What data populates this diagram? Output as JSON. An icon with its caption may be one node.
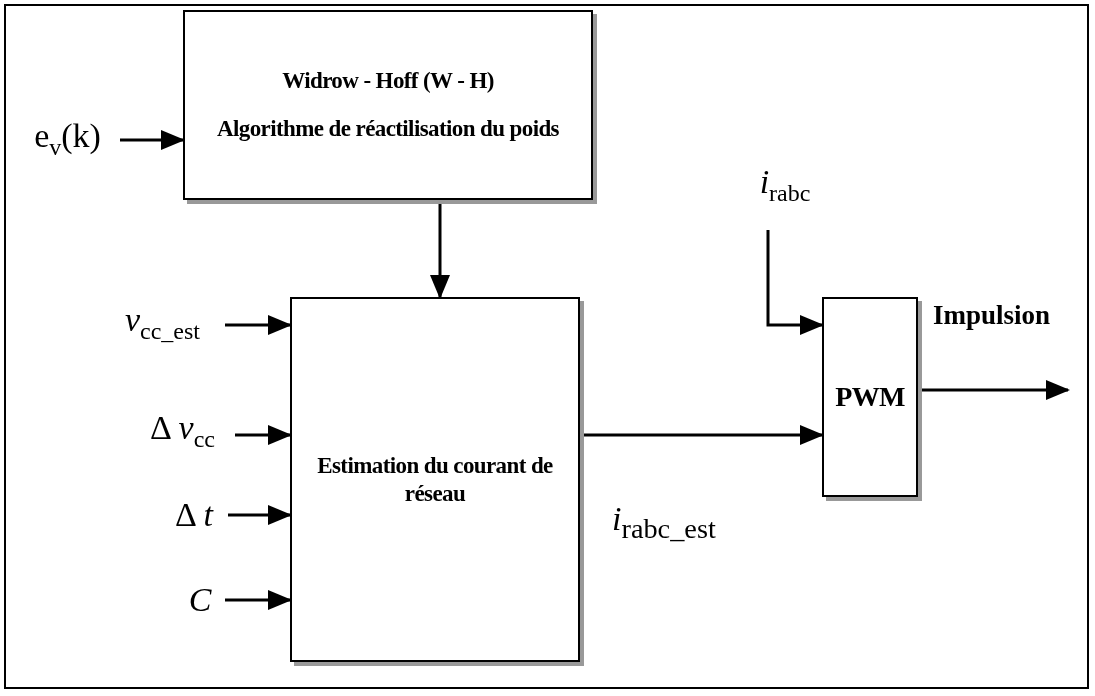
{
  "diagram": {
    "nodes": [
      {
        "text": [
          "Widrow - Hoff (W - H)",
          "Algorithme de réactilisation du poids"
        ]
      },
      {
        "text": [
          "Estimation du courant de réseau"
        ]
      },
      {
        "text": [
          "PWM"
        ]
      },
      {
        "text": [
          "e$_{v}$(k)"
        ]
      },
      {
        "text": [
          "*v*$_{cc_est}$"
        ]
      },
      {
        "text": [
          "Δ *v*$_{cc}$"
        ]
      },
      {
        "text": [
          "Δ *t*"
        ]
      },
      {
        "text": [
          "C"
        ]
      },
      {
        "text": [
          "*i*$_{rabc}$"
        ]
      }
    ],
    "edges": [
      {
        "from": 3,
        "to": 0,
        "arrow": "to"
      },
      {
        "from": 0,
        "to": 1,
        "arrow": "to"
      },
      {
        "from": 4,
        "to": 1,
        "arrow": "to"
      },
      {
        "from": 5,
        "to": 1,
        "arrow": "to"
      },
      {
        "from": 6,
        "to": 1,
        "arrow": "to"
      },
      {
        "from": 7,
        "to": 1,
        "arrow": "to"
      },
      {
        "from": 8,
        "to": 2,
        "arrow": "to"
      },
      {
        "from": 1,
        "to": 2,
        "arrow": "to",
        "label": "*i*$_{rabc_est}$"
      },
      {
        "from": 2,
        "to": null,
        "arrow": "to",
        "label": "Impulsion"
      }
    ]
  }
}
